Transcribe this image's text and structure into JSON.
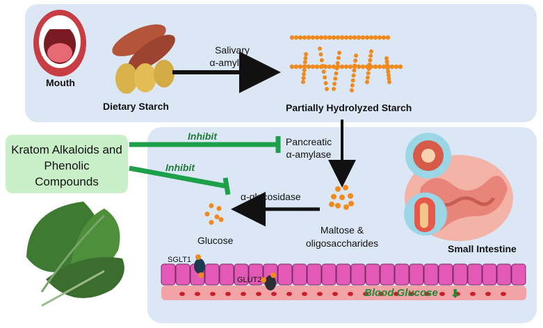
{
  "mouth": {
    "label": "Mouth",
    "starch_label": "Dietary Starch",
    "enzyme_line1": "Salivary",
    "enzyme_line2": "α-amylase",
    "product_label": "Partially Hydrolyzed Starch"
  },
  "intestine": {
    "pancreatic_line1": "Pancreatic",
    "pancreatic_line2": "α-amylase",
    "glucosidase_label": "α-glucosidase",
    "maltose_line1": "Maltose &",
    "maltose_line2": "oligosaccharides",
    "glucose_label": "Glucose",
    "organ_label": "Small Intestine",
    "sglt1_label": "SGLT1",
    "glut2_label": "GLUT2",
    "blood_glucose_label": "Blood Glucose",
    "decrease_arrow": "⬇"
  },
  "kratom": {
    "line1": "Kratom Alkaloids and",
    "line2": "Phenolic",
    "line3": "Compounds"
  },
  "inhibit_label_1": "Inhibit",
  "inhibit_label_2": "Inhibit",
  "colors": {
    "panel": "#dbe7f5",
    "inhibit_green": "#1ea04a",
    "starch_orange": "#f08a1e",
    "membrane_pink": "#e35ab6",
    "blood": "#f2a3a6",
    "rbc": "#c8202a",
    "box": "#c9efc8"
  }
}
